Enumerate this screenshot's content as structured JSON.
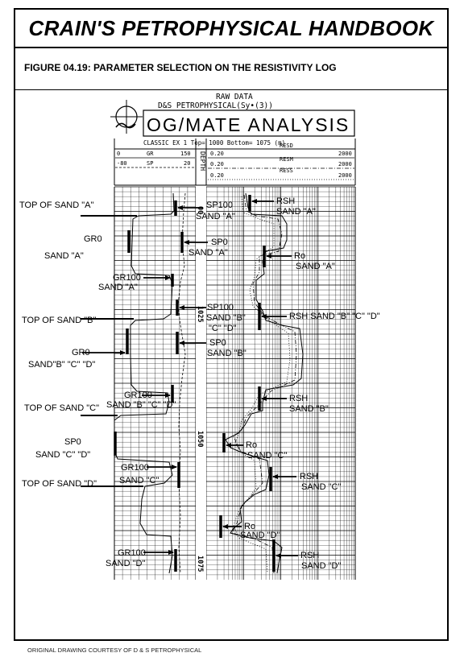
{
  "handbook_title": "CRAIN'S PETROPHYSICAL HANDBOOK",
  "figure_caption": "FIGURE 04.19: PARAMETER SELECTION ON THE RESISTIVITY LOG",
  "log_header": {
    "line1": "RAW DATA",
    "line2": "D&S PETROPHYSICAL(Sy•(3))",
    "main_title": "OG/MATE ANALYSIS",
    "run_line": "CLASSIC EX 1  Top= 1000   Bottom= 1075 (m)",
    "depth_label": "DEPTH",
    "left_scales": [
      {
        "name": "GR",
        "min": "0",
        "max": "150"
      },
      {
        "name": "SP",
        "min": "-80",
        "max": "20"
      }
    ],
    "right_scales": [
      {
        "name": "RESD",
        "min": "0.20",
        "max": "2000"
      },
      {
        "name": "RESM",
        "min": "0.20",
        "max": "2000"
      },
      {
        "name": "RESS",
        "min": "0.20",
        "max": "2000"
      }
    ]
  },
  "depth_ticks": [
    "00",
    "1025",
    "1050",
    "1075"
  ],
  "left_labels": {
    "top_a": "TOP OF SAND \"A\"",
    "gr0_a_1": "GR0",
    "gr0_a_2": "SAND \"A\"",
    "gr100_a_1": "GR100",
    "gr100_a_2": "SAND \"A\"",
    "top_b": "TOP OF SAND \"B\"",
    "gr0_bcd_1": "GR0",
    "gr0_bcd_2": "SAND\"B\" \"C\" \"D\"",
    "gr100_bcd_1": "GR100",
    "gr100_bcd_2": "SAND \"B\" \"C\" \"D\"",
    "top_c": "TOP OF SAND \"C\"",
    "sp0_cd_1": "SP0",
    "sp0_cd_2": "SAND \"C\" \"D\"",
    "gr100_c_1": "GR100",
    "gr100_c_2": "SAND \"C\"",
    "top_d": "TOP OF SAND \"D\"",
    "gr100_d_1": "GR100",
    "gr100_d_2": "SAND \"D\""
  },
  "mid_labels": {
    "sp100_a_1": "SP100",
    "sp100_a_2": "SAND \"A\"",
    "sp0_a_1": "SP0",
    "sp0_a_2": "SAND \"A\"",
    "sp100_bcd_1": "SP100",
    "sp100_bcd_2": "SAND \"B\"",
    "sp100_bcd_3": "\"C\" \"D\"",
    "sp0_b_1": "SP0",
    "sp0_b_2": "SAND \"B\""
  },
  "right_labels": {
    "rsh_a_1": "RSH",
    "rsh_a_2": "SAND \"A\"",
    "ro_a_1": "Ro",
    "ro_a_2": "SAND \"A\"",
    "rsh_bcd": "RSH SAND \"B\" \"C\" \"D\"",
    "rsh_b_1": "RSH",
    "rsh_b_2": "SAND \"B\"",
    "ro_c_1": "Ro",
    "ro_c_2": "SAND \"C\"",
    "rsh_c_1": "RSH",
    "rsh_c_2": "SAND \"C\"",
    "ro_d_1": "Ro",
    "ro_d_2": "SAND \"D\"",
    "rsh_d_1": "RSH",
    "rsh_d_2": "SAND \"D\""
  },
  "footer": "ORIGINAL DRAWING COURTESY OF D & S PETROPHYSICAL"
}
